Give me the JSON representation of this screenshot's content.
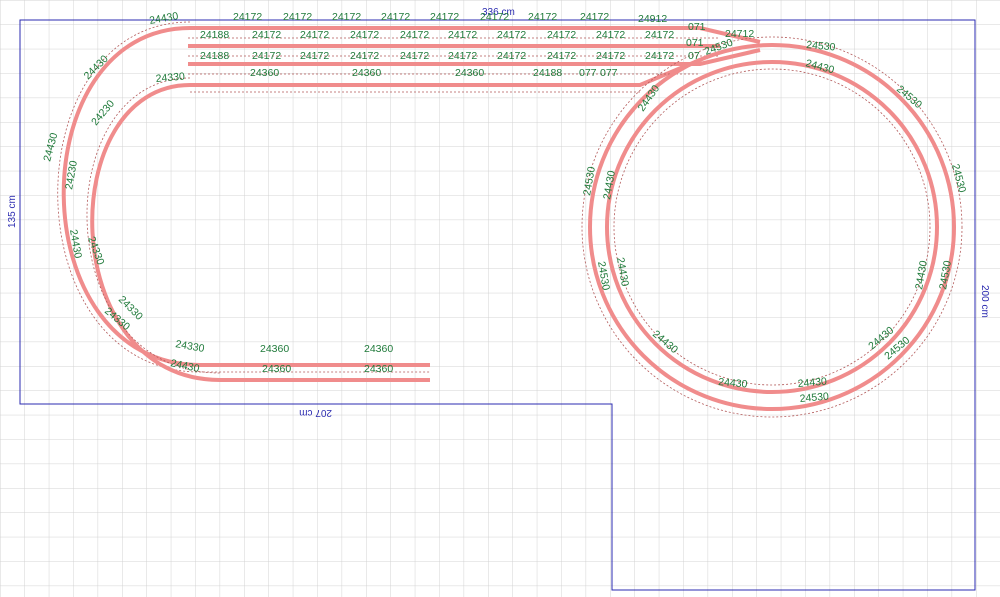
{
  "dimensions": {
    "top": "336 cm",
    "left": "135 cm",
    "bottom": "207 cm",
    "right": "200 cm"
  },
  "track_labels": {
    "top_row1": [
      "24430",
      "24172",
      "24172",
      "24172",
      "24172",
      "24172",
      "24172",
      "24172",
      "24172",
      "24912",
      "071",
      "24712"
    ],
    "top_row2": [
      "24188",
      "24172",
      "24172",
      "24172",
      "24172",
      "24172",
      "24172",
      "24172",
      "24172",
      "24172",
      "071"
    ],
    "top_row3": [
      "24188",
      "24172",
      "24172",
      "24172",
      "24172",
      "24172",
      "24172",
      "24172",
      "24172",
      "24172",
      "07"
    ],
    "top_row4": [
      "24330",
      "24360",
      "24360",
      "24360",
      "24188",
      "077",
      "077"
    ],
    "left_loop": [
      "24430",
      "24230",
      "24430",
      "24230",
      "24430",
      "24330",
      "24330",
      "24330",
      "24330",
      "24430"
    ],
    "bottom": [
      "24360",
      "24360",
      "24360",
      "24360"
    ],
    "circle_outer": [
      "24530",
      "24530",
      "24530",
      "24530",
      "24530",
      "24530",
      "24530",
      "24530"
    ],
    "circle_inner": [
      "24530",
      "24430",
      "24430",
      "24430",
      "24430",
      "24430",
      "24430",
      "24430",
      "24430",
      "24430"
    ]
  },
  "colors": {
    "track": "#f08c8c",
    "label": "#1f7a3a",
    "dimension": "#2b2bb0",
    "grid": "#d3d3d3"
  }
}
